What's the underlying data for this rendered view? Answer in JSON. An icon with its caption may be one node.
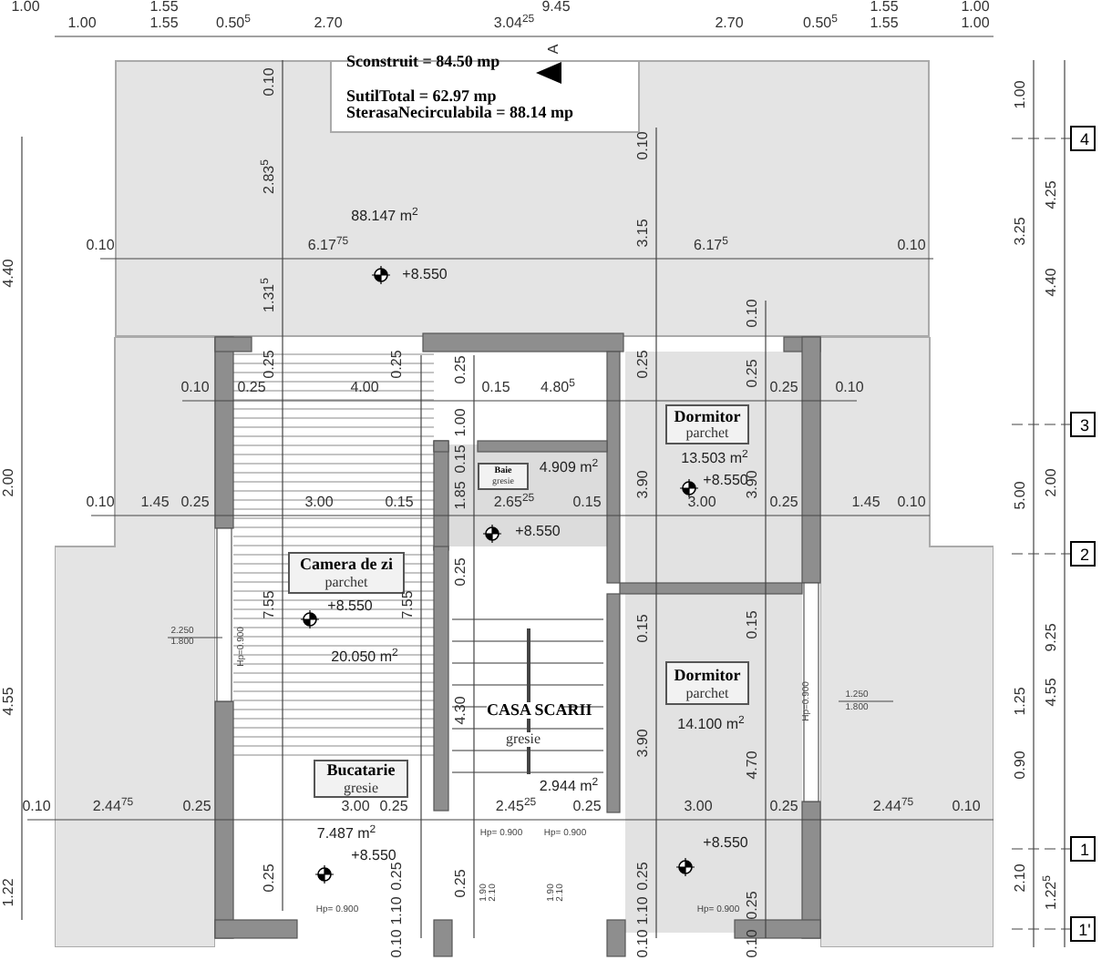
{
  "diagram": {
    "nodes": [
      {
        "text": [
          "88.147 m$^{2}$",
          "+8.550"
        ]
      },
      {
        "text": [
          "Camera de zi",
          "parchet",
          "+8.550",
          "20.050 m$^{2}$"
        ]
      },
      {
        "text": [
          "Baie",
          "gresie",
          "4.909 m$^{2}$",
          "+8.550"
        ]
      },
      {
        "text": [
          "Dormitor",
          "parchet",
          "13.503 m$^{2}$",
          "+8.550"
        ]
      },
      {
        "text": [
          "Dormitor",
          "parchet",
          "14.100 m$^{2}$",
          "+8.550"
        ]
      },
      {
        "text": [
          "CASA SCARII",
          "gresie",
          "2.944 m$^{2}$"
        ]
      },
      {
        "text": [
          "Bucatarie",
          "gresie",
          "7.487 m$^{2}$",
          "+8.550"
        ]
      },
      {
        "text": [],
        "shape": "box"
      },
      {
        "text": [],
        "shape": "box"
      },
      {
        "text": [
          "4"
        ]
      },
      {
        "text": [
          "3"
        ]
      },
      {
        "text": [
          "2"
        ]
      },
      {
        "text": [
          "1"
        ]
      },
      {
        "text": [
          "1'"
        ]
      }
    ],
    "edges": [],
    "labels": [
      "1.00",
      "1.55",
      "9.45",
      "1.55",
      "1.00",
      "1.00",
      "1.55",
      "0.50$^{5}$",
      "2.70",
      "3.04$^{25}$",
      "2.70",
      "0.50$^{5}$",
      "1.55",
      "1.00",
      "A",
      "Sconstruit = 84.50 mp",
      "SutilTotal = 62.97 mp",
      "SterasaNecirculabila = 88.14  mp",
      "0.10",
      "0.10",
      "1.00",
      "2.83$^{5}$",
      "4.25",
      "3.25",
      "0.10",
      "6.17$^{75}$",
      "3.15",
      "6.17$^{5}$",
      "0.10",
      "4.40",
      "1.31$^{5}$",
      "4.40",
      "0.10",
      "0.25",
      "0.25",
      "0.25",
      "0.25",
      "0.25",
      "0.10",
      "0.25",
      "4.00",
      "0.15",
      "1.00",
      "4.80$^{5}$",
      "0.25",
      "0.10",
      "0.15",
      "2.00",
      "2.00",
      "5.00",
      "3.90",
      "3.90",
      "0.10",
      "1.45",
      "0.25",
      "3.00",
      "0.15",
      "1.85",
      "2.65$^{25}$",
      "0.15",
      "3.00",
      "0.25",
      "1.45",
      "0.10",
      "0.25",
      "7.55",
      "7.55",
      "0.15",
      "0.15",
      "2.250",
      "1.800",
      "Hp=0.900",
      "9.25",
      "4.55",
      "4.30",
      "Hp=0.900",
      "1.250",
      "1.800",
      "1.25",
      "4.55",
      "3.90",
      "4.70",
      "0.90",
      "0.10",
      "2.44$^{75}$",
      "0.25",
      "3.00",
      "0.25",
      "2.45$^{25}$",
      "0.25",
      "3.00",
      "0.25",
      "2.44$^{75}$",
      "0.10",
      "Hp= 0.900",
      "Hp= 0.900",
      "1.22",
      "0.25",
      "0.25",
      "0.25",
      "1.90",
      "2.10",
      "1.90",
      "2.10",
      "0.25",
      "2.10",
      "1.22$^{5}$",
      "Hp= 0.900",
      "1.10",
      "1.10",
      "Hp= 0.900",
      "0.25",
      "0.10",
      "0.10",
      "0.10"
    ]
  }
}
